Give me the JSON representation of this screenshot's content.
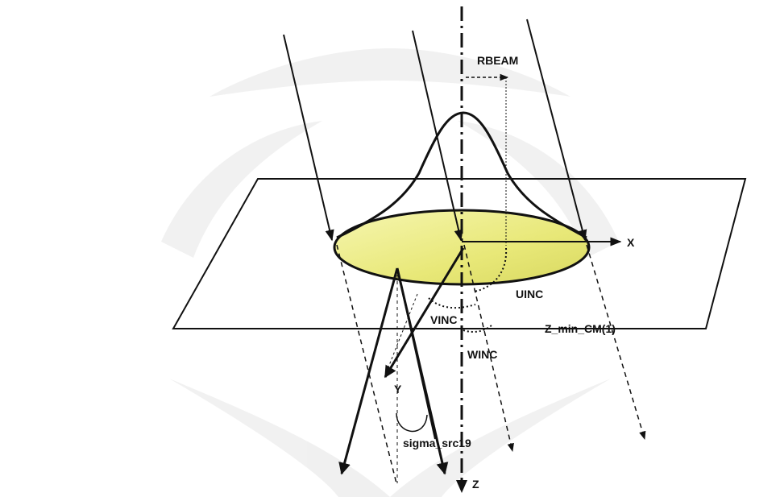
{
  "labels": {
    "rbeam": "RBEAM",
    "x_axis": "X",
    "z_axis": "Z",
    "y_axis": "Y",
    "uinc": "UINC",
    "vinc": "VINC",
    "winc": "WINC",
    "z_min": "Z_min_CM(1)",
    "sigma": "sigma_src19"
  },
  "colors": {
    "beam_spot": "#e9e97a",
    "watermark": "#ededed",
    "ink": "#111111"
  }
}
